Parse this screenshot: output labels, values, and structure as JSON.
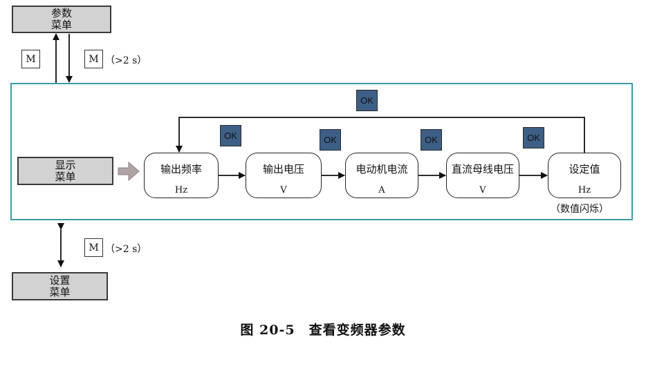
{
  "menus": {
    "parameter": {
      "line1": "参数",
      "line2": "菜单"
    },
    "display": {
      "line1": "显示",
      "line2": "菜单"
    },
    "setting": {
      "line1": "设置",
      "line2": "菜单"
    }
  },
  "keys": {
    "m_label": "M",
    "hold_note": "（>2 s）",
    "ok_label": "OK"
  },
  "nodes": [
    {
      "label": "输出频率",
      "unit": "Hz"
    },
    {
      "label": "输出电压",
      "unit": "V"
    },
    {
      "label": "电动机电流",
      "unit": "A"
    },
    {
      "label": "直流母线电压",
      "unit": "V"
    },
    {
      "label": "设定值",
      "unit": "Hz"
    }
  ],
  "setpoint_note": "（数值闪烁）",
  "caption": "图 20-5　查看变频器参数",
  "colors": {
    "panel_border": "#3a9ea8",
    "ok_fill": "#3d5f86",
    "menu_fill": "#d2d2d2",
    "feed_arrow": "#b0a3a3"
  }
}
